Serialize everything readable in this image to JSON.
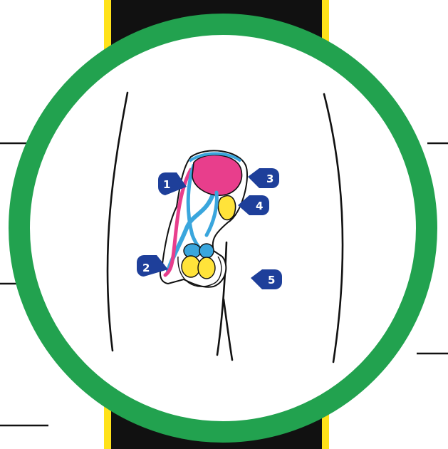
{
  "colors": {
    "ring": "#22a24f",
    "band": "#111111",
    "band_edge": "#ffe21a",
    "outline": "#111111",
    "marker": "#1e3f9a",
    "magenta": "#e83e8c",
    "cyan": "#3aa6dd",
    "yellow": "#ffe33a"
  },
  "markers": [
    {
      "id": "marker-1",
      "label": "1",
      "pointing": "right"
    },
    {
      "id": "marker-2",
      "label": "2",
      "pointing": "right"
    },
    {
      "id": "marker-3",
      "label": "3",
      "pointing": "left"
    },
    {
      "id": "marker-4",
      "label": "4",
      "pointing": "left"
    },
    {
      "id": "marker-5",
      "label": "5",
      "pointing": "left"
    }
  ],
  "answer_lines": [
    {
      "id": "answer-line-left-1",
      "side": "left"
    },
    {
      "id": "answer-line-left-2",
      "side": "left"
    },
    {
      "id": "answer-line-left-3",
      "side": "left"
    },
    {
      "id": "answer-line-right-1",
      "side": "right"
    },
    {
      "id": "answer-line-right-2",
      "side": "right"
    }
  ]
}
